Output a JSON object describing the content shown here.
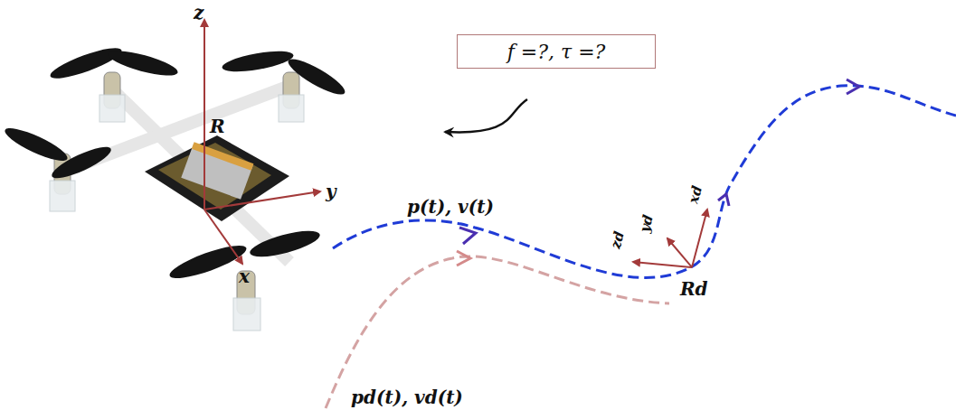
{
  "diagram": {
    "nodes": [
      {
        "text": [
          "f =?, τ =?"
        ]
      }
    ],
    "labels": [
      "z",
      "R",
      "y",
      "x",
      "p(t), v(t)",
      "zd",
      "yd",
      "xd",
      "Rd",
      "pd(t), vd(t)"
    ]
  }
}
